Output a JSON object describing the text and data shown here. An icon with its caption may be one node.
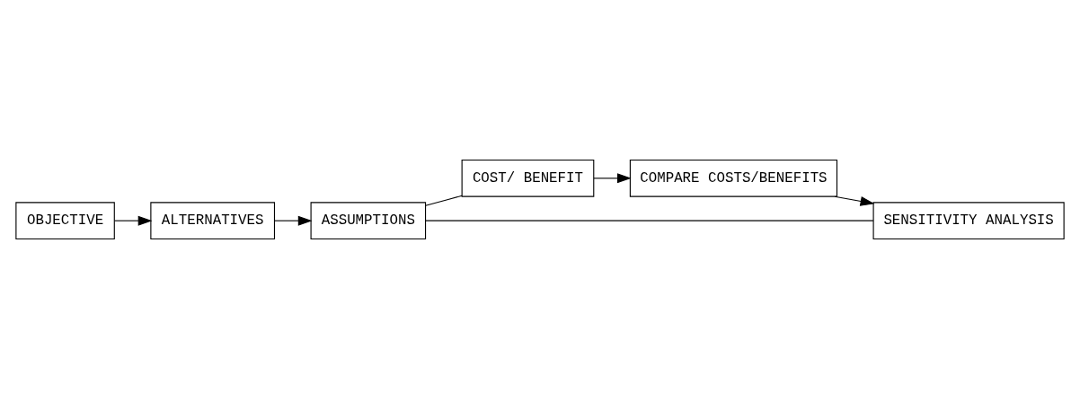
{
  "diagram": {
    "nodes": [
      {
        "text": [
          "OBJECTIVE"
        ]
      },
      {
        "text": [
          "ALTERNATIVES"
        ]
      },
      {
        "text": [
          "ASSUMPTIONS"
        ]
      },
      {
        "text": [
          "COST/ BENEFIT"
        ]
      },
      {
        "text": [
          "COMPARE COSTS/BENEFITS"
        ]
      },
      {
        "text": [
          "SENSITIVITY ANALYSIS"
        ]
      }
    ],
    "edges": [
      {
        "from": 0,
        "to": 1,
        "arrow": "to"
      },
      {
        "from": 1,
        "to": 2,
        "arrow": "to"
      },
      {
        "from": 2,
        "to": 3,
        "arrow": "none"
      },
      {
        "from": 3,
        "to": 4,
        "arrow": "to"
      },
      {
        "from": 4,
        "to": 5,
        "arrow": "to"
      },
      {
        "from": 2,
        "to": 5,
        "arrow": "none"
      }
    ]
  }
}
